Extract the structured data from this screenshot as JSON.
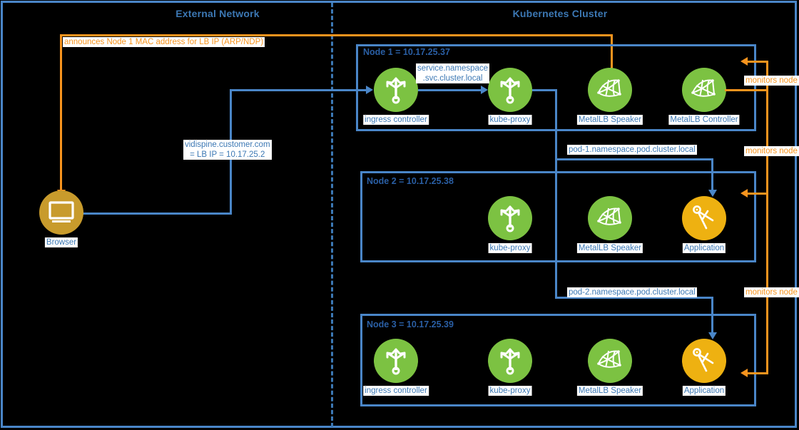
{
  "zones": {
    "external": {
      "title": "External Network"
    },
    "cluster": {
      "title": "Kubernetes Cluster"
    }
  },
  "colors": {
    "frame_blue": "#4a86c8",
    "text_blue": "#3c78b4",
    "orange": "#f7941e",
    "icon_green": "#7cc242",
    "icon_gold": "#eeb111",
    "browser_gold": "#c89b2c",
    "background": "#000000"
  },
  "browser": {
    "label": "Browser",
    "icon": "monitor-icon"
  },
  "nodes": [
    {
      "label": "Node 1 = 10.17.25.37",
      "components": [
        {
          "label": "ingress controller",
          "icon": "ingress-trident-icon",
          "color": "green"
        },
        {
          "label": "kube-proxy",
          "icon": "kube-proxy-trident-icon",
          "color": "green"
        },
        {
          "label": "MetalLB Speaker",
          "icon": "metallb-net-icon",
          "color": "green"
        },
        {
          "label": "MetalLB Controller",
          "icon": "metallb-net-icon",
          "color": "green"
        }
      ]
    },
    {
      "label": "Node 2 = 10.17.25.38",
      "components": [
        {
          "label": "kube-proxy",
          "icon": "kube-proxy-trident-icon",
          "color": "green"
        },
        {
          "label": "MetalLB Speaker",
          "icon": "metallb-net-icon",
          "color": "green"
        },
        {
          "label": "Application",
          "icon": "compass-icon",
          "color": "gold"
        }
      ]
    },
    {
      "label": "Node 3 = 10.17.25.39",
      "components": [
        {
          "label": "ingress controller",
          "icon": "ingress-trident-icon",
          "color": "green"
        },
        {
          "label": "kube-proxy",
          "icon": "kube-proxy-trident-icon",
          "color": "green"
        },
        {
          "label": "MetalLB Speaker",
          "icon": "metallb-net-icon",
          "color": "green"
        },
        {
          "label": "Application",
          "icon": "compass-icon",
          "color": "gold"
        }
      ]
    }
  ],
  "edge_labels": {
    "announce": "announces Node 1 MAC address for LB IP (ARP/NDP)",
    "lb_ip_line1": "vidispine.customer.com",
    "lb_ip_line2": "= LB IP = 10.17.25.2",
    "svc_line1": "service.namespace",
    "svc_line2": ".svc.cluster.local",
    "pod1": "pod-1.namespace.pod.cluster.local",
    "pod2": "pod-2.namespace.pod.cluster.local",
    "monitors_1": "monitors node",
    "monitors_2": "monitors node",
    "monitors_3": "monitors node"
  }
}
